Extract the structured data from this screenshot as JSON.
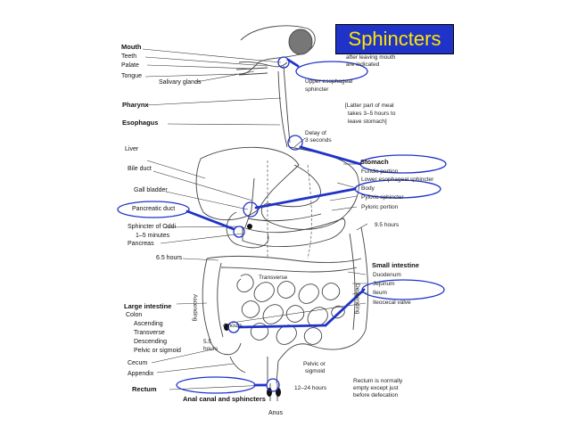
{
  "title": "Sphincters",
  "colors": {
    "title_bg": "#1f33c9",
    "title_text": "#ffe600",
    "highlight": "#1f33c9",
    "drawing": "#333333"
  },
  "labels": {
    "mouth": "Mouth",
    "teeth": "Teeth",
    "palate": "Palate",
    "tongue": "Tongue",
    "salivary_glands": "Salivary glands",
    "pharynx": "Pharynx",
    "esophagus": "Esophagus",
    "liver": "Liver",
    "bile_duct": "Bile duct",
    "gall_bladder": "Gall bladder",
    "pancreatic_duct": "Pancreatic duct",
    "sphincter_of_oddi": "Sphincter of Oddi",
    "oddi_time": "1–5 minutes",
    "pancreas": "Pancreas",
    "six_five_hours": "6.5 hours",
    "large_intestine": "Large intestine",
    "colon": "Colon",
    "ascending": "Ascending",
    "transverse": "Transverse",
    "descending": "Descending",
    "pelvic_sigmoid": "Pelvic or sigmoid",
    "cecum": "Cecum",
    "appendix": "Appendix",
    "rectum": "Rectum",
    "anal_canal": "Anal canal and sphincters",
    "anus": "Anus",
    "upper_esophageal": "Upper esophageal",
    "sphincter": "sphincter",
    "latter_part": "[Latter part of meal",
    "takes_hours": "takes 3–5 hours to",
    "leave_stomach": "leave stomach]",
    "delay_of": "Delay of",
    "three_seconds": "3 seconds",
    "stomach": "Stomach",
    "fundic_portion": "Fundic portion",
    "lower_esophageal": "Lower esophageal sphincter",
    "body": "Body",
    "pyloric_sphincter": "Pyloric sphincter",
    "pyloric_portion": "Pyloric portion",
    "nine_five_hours": "9.5 hours",
    "small_intestine": "Small intestine",
    "duodenum": "Duodenum",
    "jejunum": "Jejunum",
    "ileum": "Ileum",
    "ileocecal_valve": "Ileocecal valve",
    "transverse_inner": "Transverse",
    "ascending_inner": "Ascending",
    "descending_inner": "Descending",
    "four_hours": "4 hours",
    "five_five": "5.5",
    "hours": "hours",
    "pelvic_or": "Pelvic or",
    "sigmoid": "sigmoid",
    "twelve_24": "12–24 hours",
    "rectum_normally": "Rectum is normally",
    "empty_except": "empty except just",
    "before_defecation": "before defecation",
    "after_leaving": "after leaving mouth",
    "are_indicated": "are indicated"
  }
}
